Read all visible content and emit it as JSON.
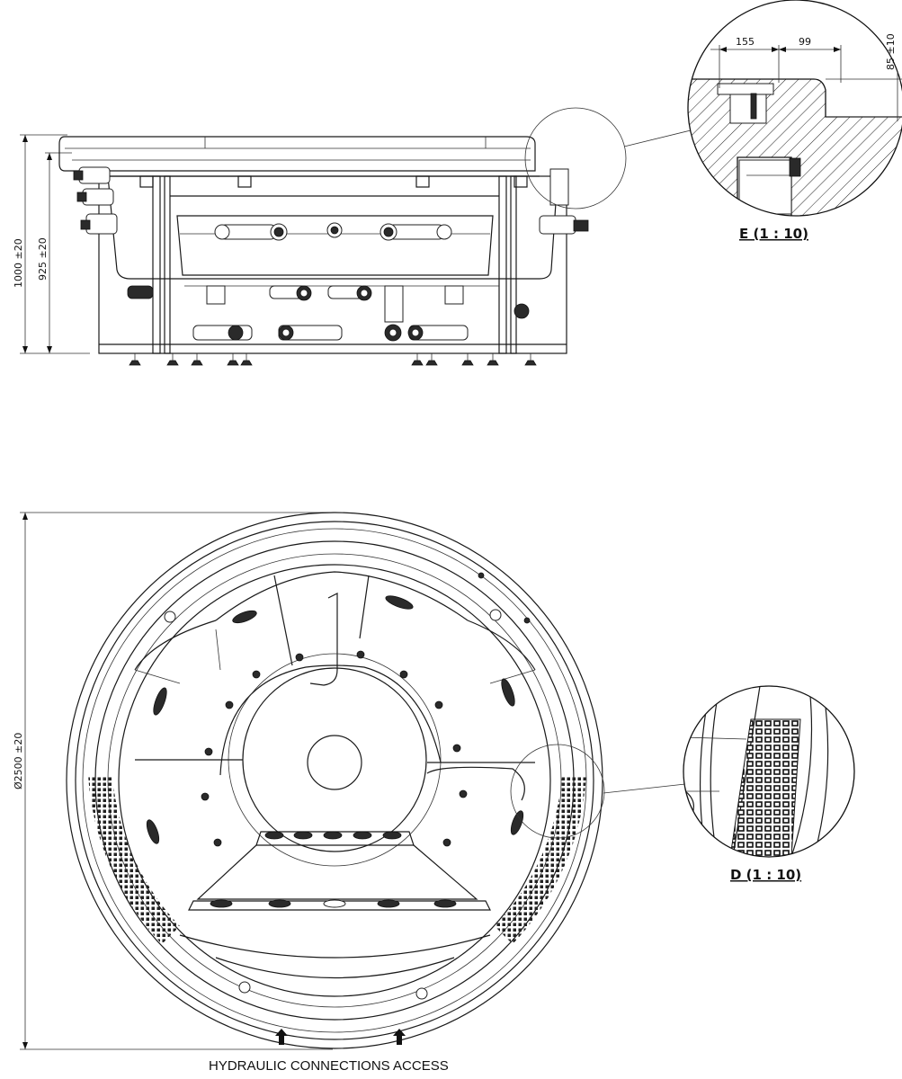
{
  "side_view": {
    "height_total": "1000 ±20",
    "height_rim": "925 ±20"
  },
  "detail_e": {
    "label": "E  (1 : 10)",
    "dim_a": "155",
    "dim_b": "99",
    "dim_c": "85 ±10"
  },
  "top_view": {
    "diameter": "Ø2500 ±20",
    "caption": "HYDRAULIC CONNECTIONS ACCESS"
  },
  "detail_d": {
    "label": "D  (1 : 10)"
  }
}
